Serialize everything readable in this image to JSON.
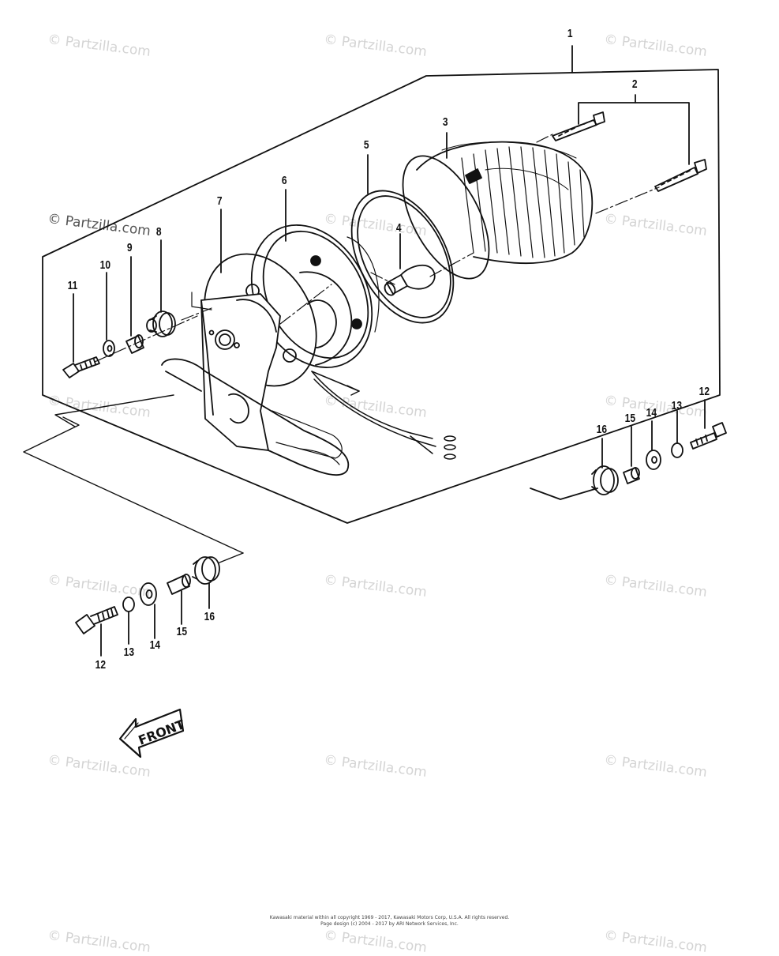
{
  "watermark": {
    "text": "© Partzilla.com"
  },
  "callouts": {
    "c1": "1",
    "c2": "2",
    "c3": "3",
    "c4": "4",
    "c5": "5",
    "c6": "6",
    "c7": "7",
    "c8": "8",
    "c9": "9",
    "c10": "10",
    "c11": "11",
    "c12a": "12",
    "c13a": "13",
    "c14a": "14",
    "c15a": "15",
    "c16a": "16",
    "c12b": "12",
    "c13b": "13",
    "c14b": "14",
    "c15b": "15",
    "c16b": "16"
  },
  "front_arrow": {
    "label": "FRONT"
  },
  "footer": {
    "line1": "Kawasaki material within all copyright 1969 - 2017, Kawasaki Motors Corp, U.S.A. All rights reserved.",
    "line2": "Page design (c) 2004 - 2017 by ARI Network Services, Inc."
  }
}
